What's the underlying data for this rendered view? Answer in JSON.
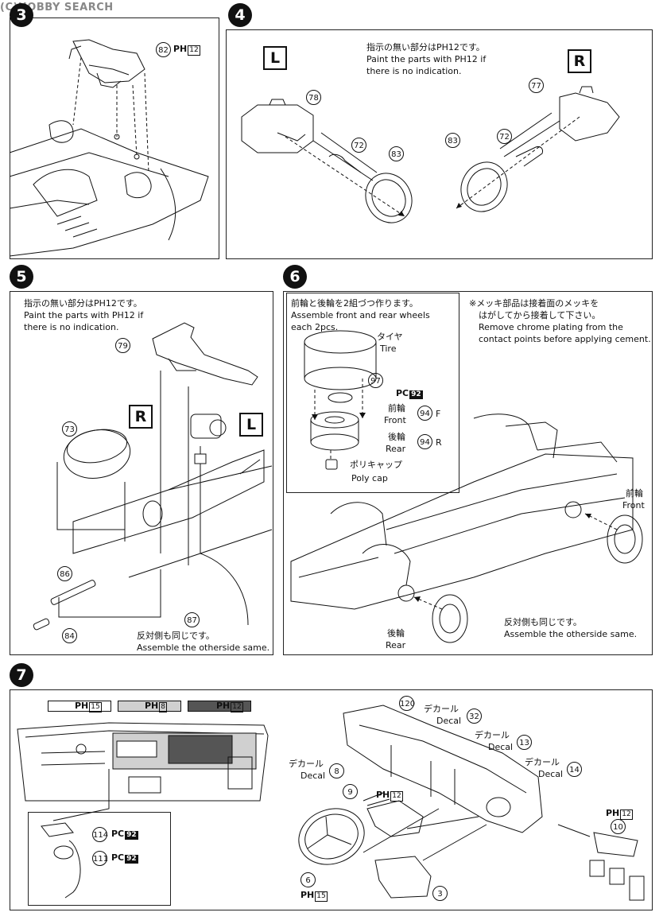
{
  "watermark": "(C)HOBBY SEARCH",
  "steps": {
    "s3": {
      "num": "3",
      "part": "82",
      "paint": "PH",
      "paint_code": "12"
    },
    "s4": {
      "num": "4",
      "note_jp": "指示の無い部分はPH12です。",
      "note_en1": "Paint the parts with PH12 if",
      "note_en2": "there is no indication.",
      "left_label": "L",
      "right_label": "R",
      "parts": [
        "78",
        "72",
        "83",
        "77",
        "72",
        "83"
      ]
    },
    "s5": {
      "num": "5",
      "note_jp": "指示の無い部分はPH12です。",
      "note_en1": "Paint the parts with PH12 if",
      "note_en2": "there is no indication.",
      "right_label": "R",
      "left_label": "L",
      "parts": [
        "79",
        "73",
        "86",
        "84",
        "87"
      ],
      "other_jp": "反対側も同じです。",
      "other_en": "Assemble the otherside same."
    },
    "s6": {
      "num": "6",
      "box_jp": "前輪と後輪を2組づつ作ります。",
      "box_en1": "Assemble front and rear wheels",
      "box_en2": "each 2pcs.",
      "tire_jp": "タイヤ",
      "tire_en": "Tire",
      "part_97": "97",
      "pc_paint": "PC",
      "pc_code": "92",
      "front_jp": "前輪",
      "front_en": "Front",
      "rear_jp": "後輪",
      "rear_en": "Rear",
      "part_94": "94",
      "f": "F",
      "r": "R",
      "poly_jp": "ポリキャップ",
      "poly_en": "Poly cap",
      "chrome_jp1": "※メッキ部品は接着面のメッキを",
      "chrome_jp2": "はがしてから接着して下さい。",
      "chrome_en1": "Remove chrome plating from the",
      "chrome_en2": "contact points before applying cement.",
      "front2_jp": "前輪",
      "front2_en": "Front",
      "rear2_jp": "後輪",
      "rear2_en": "Rear",
      "other_jp": "反対側も同じです。",
      "other_en": "Assemble the otherside same."
    },
    "s7": {
      "num": "7",
      "legend": [
        {
          "paint": "PH",
          "code": "15",
          "color": "#ffffff"
        },
        {
          "paint": "PH",
          "code": "8",
          "color": "#d0d0d0"
        },
        {
          "paint": "PH",
          "code": "12",
          "color": "#555555"
        }
      ],
      "p114": "114",
      "p111": "111",
      "pc": "PC",
      "pc_code": "92",
      "p120": "120",
      "decal_jp": "デカール",
      "decal_en": "Decal",
      "d32": "32",
      "d13": "13",
      "d14": "14",
      "d8": "8",
      "p9": "9",
      "p6": "6",
      "p3": "3",
      "p10": "10",
      "ph": "PH",
      "c12": "12",
      "c15": "15"
    }
  }
}
